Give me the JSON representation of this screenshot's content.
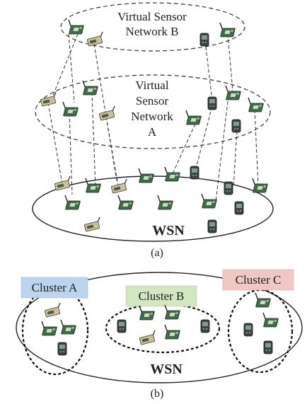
{
  "panel_a": {
    "network_b_label_line1": "Virtual Sensor",
    "network_b_label_line2": "Network B",
    "network_a_label_line1": "Virtual",
    "network_a_label_line2": "Sensor",
    "network_a_label_line3": "Network",
    "network_a_label_line4": "A",
    "wsn_label": "WSN",
    "caption": "(a)"
  },
  "panel_b": {
    "cluster_a_label": "Cluster A",
    "cluster_b_label": "Cluster B",
    "cluster_c_label": "Cluster C",
    "wsn_label": "WSN",
    "caption": "(b)",
    "colors": {
      "cluster_a_box": "#bcd4ee",
      "cluster_b_box": "#d2e6c2",
      "cluster_c_box": "#efc7c4"
    }
  },
  "icons": {
    "board_node": "sensor-board-icon",
    "handheld_node": "handheld-sensor-icon",
    "mote_node": "mote-sensor-icon"
  }
}
